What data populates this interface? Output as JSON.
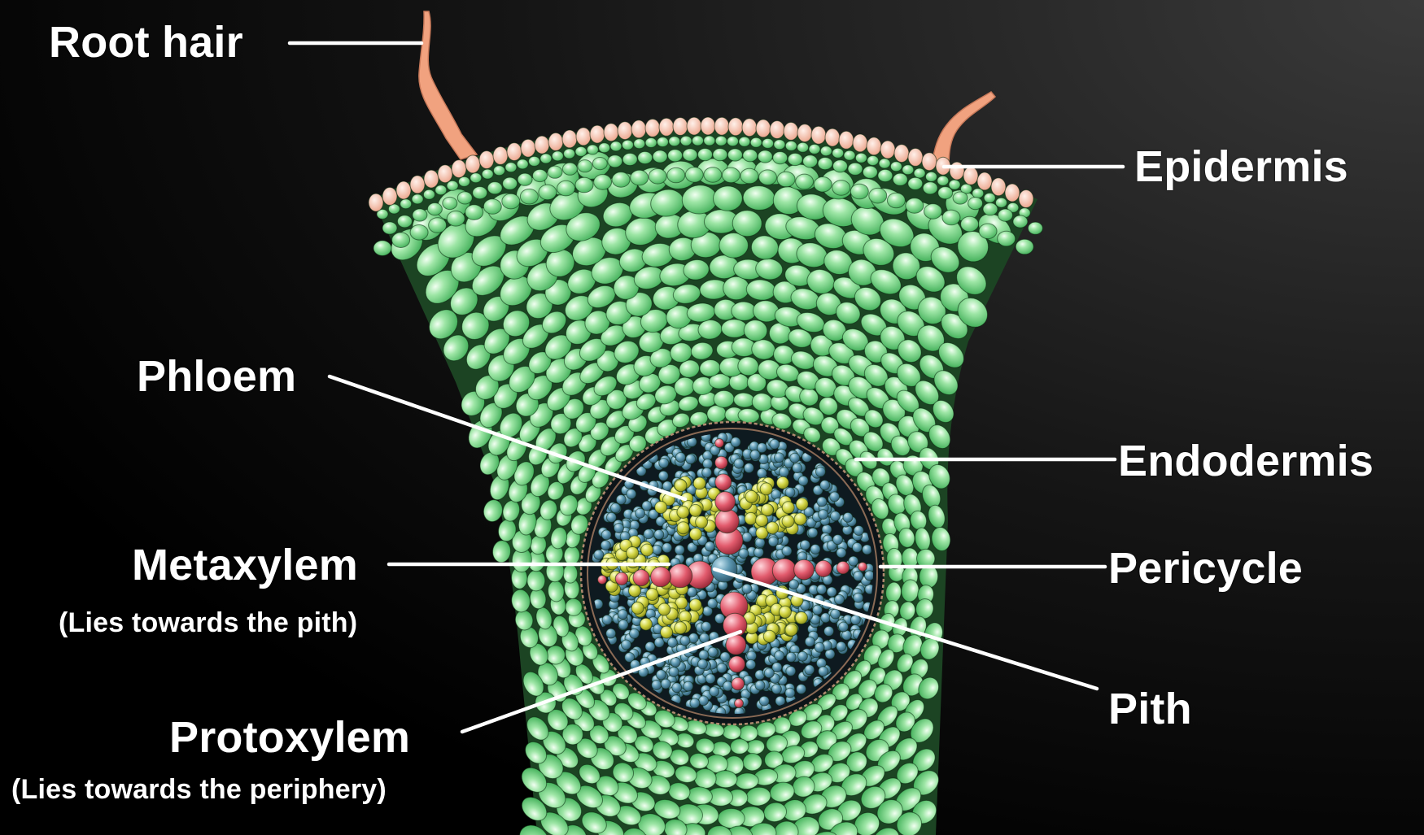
{
  "labels": {
    "root_hair": "Root hair",
    "epidermis": "Epidermis",
    "phloem": "Phloem",
    "endodermis": "Endodermis",
    "metaxylem": "Metaxylem",
    "metaxylem_note": "(Lies towards the pith)",
    "pericycle": "Pericycle",
    "pith": "Pith",
    "protoxylem": "Protoxylem",
    "protoxylem_note": "(Lies towards the periphery)"
  },
  "colors": {
    "background": "#000000",
    "cortex_cell": "#6fd47f",
    "cortex_cell_highlight": "#e9ffe9",
    "epidermis": "#f6b39a",
    "root_hair": "#f4a37e",
    "pith_cell": "#3f7f9a",
    "phloem": "#c9cc3a",
    "xylem": "#e2576a",
    "leader_line": "#ffffff"
  }
}
